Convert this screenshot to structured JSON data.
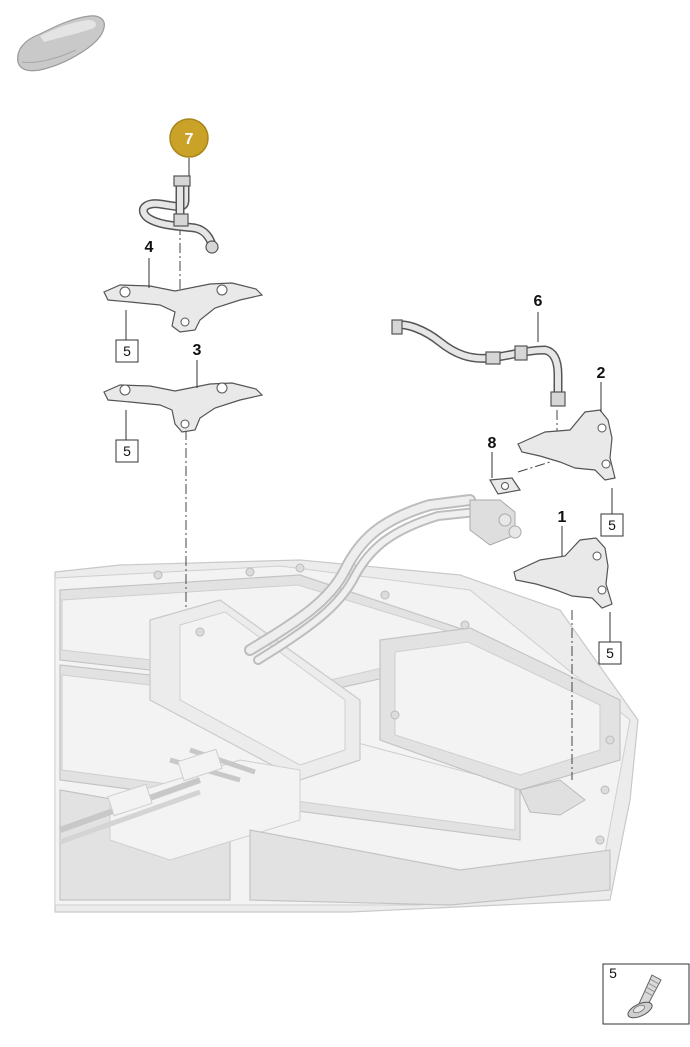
{
  "callouts": {
    "c1": "1",
    "c2": "2",
    "c3": "3",
    "c4": "4",
    "c6": "6",
    "c7": "7",
    "c8": "8"
  },
  "fastener_boxes": [
    "5",
    "5",
    "5",
    "5"
  ],
  "legend": {
    "number": "5",
    "icon": "screw-icon"
  },
  "colors": {
    "highlight": "#c9a227",
    "highlight_border": "#a8861c",
    "ghost_battery": "#ececec",
    "part_fill": "#e9e9e9",
    "line": "#333333"
  }
}
